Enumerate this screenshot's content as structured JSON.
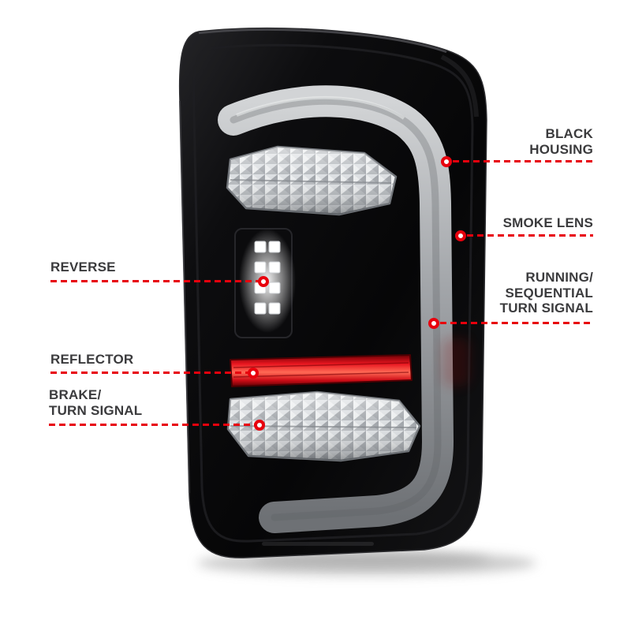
{
  "image": {
    "alt": "LED tail light assembly with black housing, smoked lens and light bar, annotated with feature callouts"
  },
  "colors": {
    "accent": "#e8000d",
    "label_text": "#3b3b3d",
    "housing": "#0a0a0c",
    "light_bar": "#a7aaae",
    "reflector_red": "#e8151f"
  },
  "callouts": {
    "black_housing": {
      "label": "BLACK\nHOUSING"
    },
    "smoke_lens": {
      "label": "SMOKE LENS"
    },
    "running_sequential_turn_signal": {
      "label": "RUNNING/\nSEQUENTIAL\nTURN SIGNAL"
    },
    "reverse": {
      "label": "REVERSE"
    },
    "reflector": {
      "label": "REFLECTOR"
    },
    "brake_turn_signal": {
      "label": "BRAKE/\nTURN SIGNAL"
    }
  }
}
